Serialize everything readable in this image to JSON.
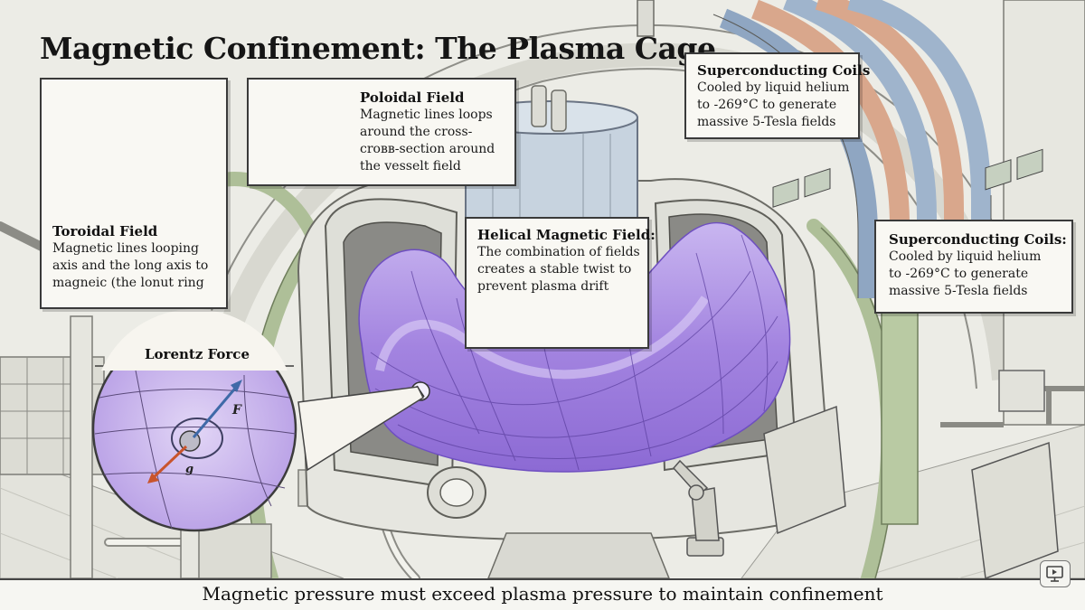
{
  "title": "Magnetic Confinement: The Plasma Cage",
  "cards": {
    "toroidal": {
      "heading": "Toroidal Field",
      "lines": [
        "Magnetic lines looping",
        "axis and the long axis to",
        "magneic (the lonut ring"
      ]
    },
    "poloidal": {
      "heading": "Poloidal Field",
      "lines": [
        "Magnetic lines loops",
        "around the cross-",
        "croвв-section around",
        "the vesselt field"
      ]
    },
    "helical": {
      "heading": "Helical Magnetic Field:",
      "lines": [
        "The combination of fields",
        "creates a stable twist to",
        "prevent plasma drift"
      ]
    },
    "coils_top": {
      "heading": "Superconducting Coils",
      "lines": [
        "Cooled by liquid helium",
        "to -269°C to generate",
        "massive 5-Tesla fields"
      ]
    },
    "coils_right": {
      "heading": "Superconducting Coils:",
      "lines": [
        "Cooled by liquid helium",
        "to -269°C to generate",
        "massive 5-Tesla fields"
      ]
    }
  },
  "lorentz": {
    "label": "Lorentz Force",
    "force_symbol": "F",
    "gravity_symbol": "g"
  },
  "footer": "Magnetic pressure must exceed plasma pressure to maintain confinement",
  "icons": [
    "slideshow-icon"
  ],
  "colors": {
    "plasma": "#a98be0",
    "plasma_dark": "#7c5cc8",
    "coil_copper": "#d9a78c",
    "coil_blue": "#9fb4cc",
    "coil_green": "#b9caa3",
    "force_arrow": "#3f6aa8",
    "gravity_arrow": "#c9542c"
  }
}
